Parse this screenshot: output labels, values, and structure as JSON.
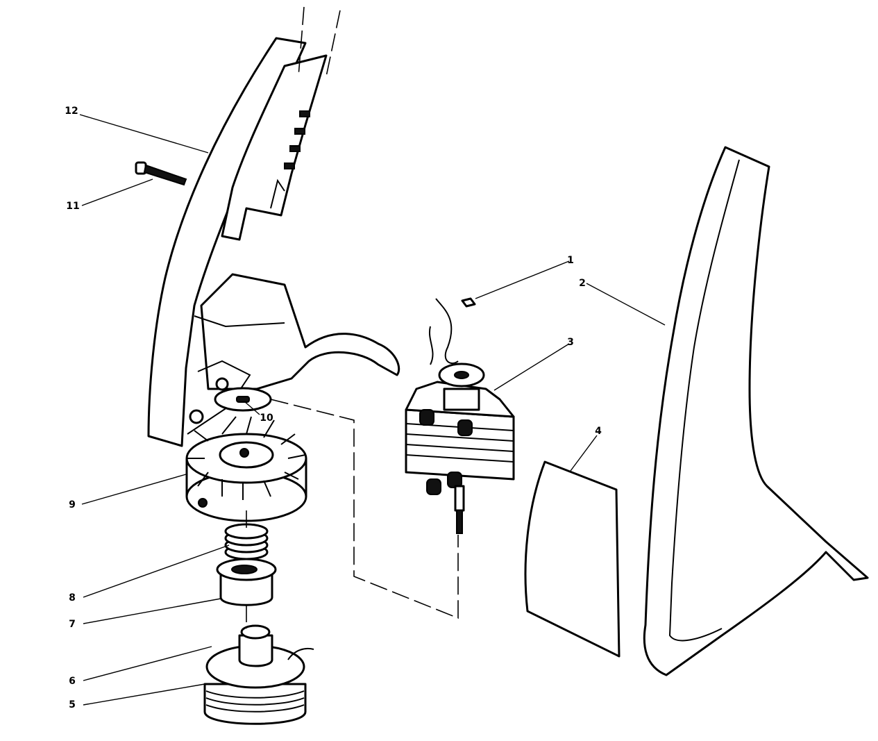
{
  "callouts": {
    "p1": "1",
    "p2": "2",
    "p3": "3",
    "p4": "4",
    "p5": "5",
    "p6": "6",
    "p7": "7",
    "p8": "8",
    "p9": "9",
    "p10": "10",
    "p11": "11",
    "p12": "12"
  }
}
